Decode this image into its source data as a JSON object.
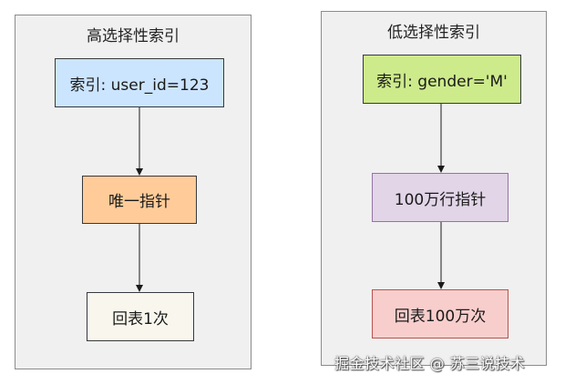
{
  "left_panel": {
    "title": "高选择性索引",
    "nodes": [
      {
        "label": "索引: user_id=123",
        "fill": "#cce5ff",
        "stroke": "#36393d"
      },
      {
        "label": "唯一指针",
        "fill": "#ffcc99",
        "stroke": "#36393d"
      },
      {
        "label": "回表1次",
        "fill": "#f9f7ed",
        "stroke": "#36393d"
      }
    ]
  },
  "right_panel": {
    "title": "低选择性索引",
    "nodes": [
      {
        "label": "索引: gender='M'",
        "fill": "#cdeb8b",
        "stroke": "#36393d"
      },
      {
        "label": "100万行指针",
        "fill": "#e1d5e7",
        "stroke": "#9673a6"
      },
      {
        "label": "回表100万次",
        "fill": "#f8cecc",
        "stroke": "#b85450"
      }
    ]
  },
  "watermark": "掘金技术社区 @ 苏三说技术",
  "colors": {
    "panel_bg": "#f0f0f0",
    "panel_border": "#8c8c8c",
    "arrow": "#1a1a1a"
  }
}
